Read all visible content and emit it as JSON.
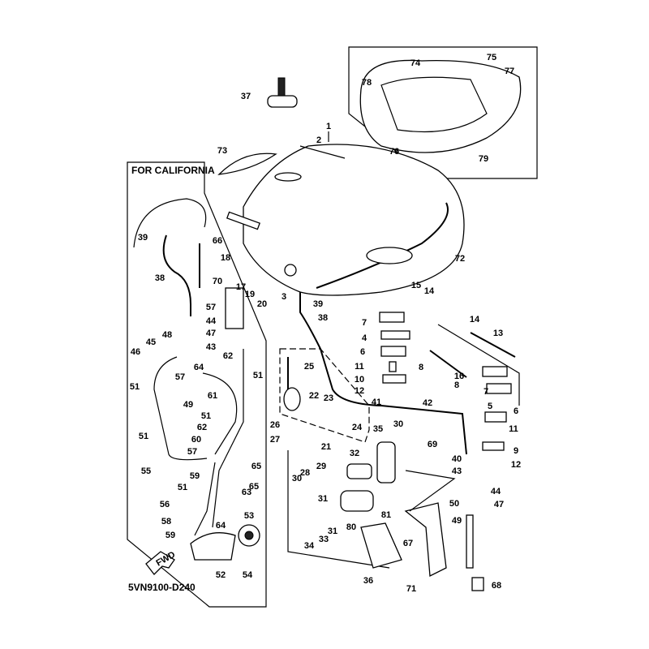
{
  "diagram": {
    "title_panel": "FOR CALIFORNIA",
    "code": "5VN9100-D240",
    "fwd_arrow": "FWD",
    "labels": [
      "1",
      "2",
      "37",
      "73",
      "72",
      "74",
      "75",
      "77",
      "78",
      "76",
      "79",
      "66",
      "18",
      "17",
      "19",
      "20",
      "3",
      "39",
      "38",
      "15",
      "14",
      "14",
      "13",
      "7",
      "4",
      "6",
      "8",
      "16",
      "8",
      "11",
      "10",
      "12",
      "41",
      "42",
      "7",
      "5",
      "6",
      "11",
      "9",
      "12",
      "40",
      "43",
      "44",
      "50",
      "47",
      "49",
      "68",
      "69",
      "67",
      "71",
      "36",
      "80",
      "81",
      "35",
      "30",
      "32",
      "29",
      "28",
      "30",
      "31",
      "31",
      "33",
      "34",
      "25",
      "22",
      "23",
      "24",
      "21",
      "26",
      "27",
      "39",
      "38",
      "70",
      "57",
      "44",
      "47",
      "43",
      "48",
      "45",
      "46",
      "62",
      "57",
      "64",
      "51",
      "51",
      "49",
      "61",
      "51",
      "62",
      "60",
      "57",
      "59",
      "51",
      "55",
      "65",
      "65",
      "63",
      "51",
      "56",
      "58",
      "59",
      "64",
      "53",
      "52",
      "54"
    ]
  }
}
